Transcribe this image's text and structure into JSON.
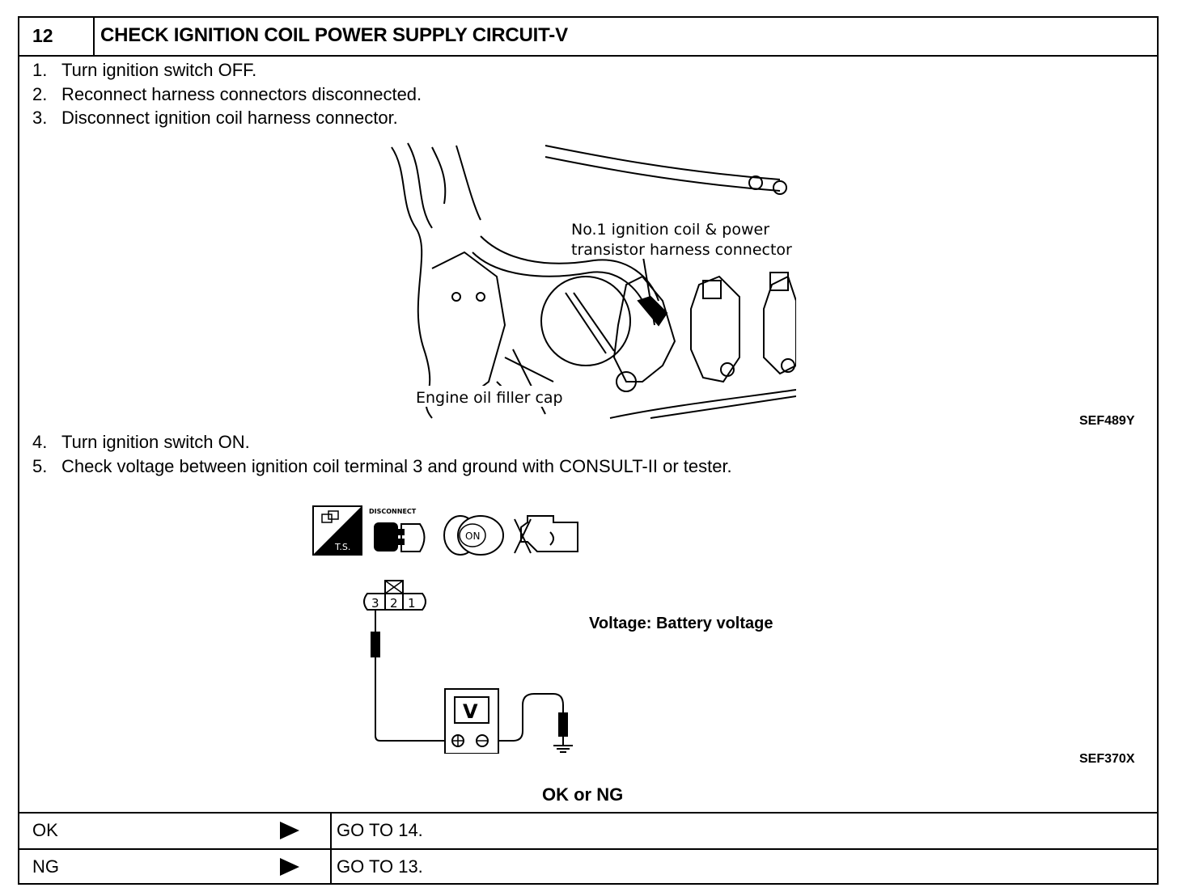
{
  "header": {
    "number": "12",
    "title": "CHECK IGNITION COIL POWER SUPPLY CIRCUIT-V"
  },
  "steps": [
    {
      "n": "1.",
      "text": "Turn ignition switch OFF."
    },
    {
      "n": "2.",
      "text": "Reconnect harness connectors disconnected."
    },
    {
      "n": "3.",
      "text": "Disconnect ignition coil harness connector."
    },
    {
      "n": "4.",
      "text": "Turn ignition switch ON."
    },
    {
      "n": "5.",
      "text": "Check voltage between ignition coil terminal 3 and ground with CONSULT-II or tester."
    }
  ],
  "figure1": {
    "label_connector_line1": "No.1 ignition coil & power",
    "label_connector_line2": "transistor harness connector",
    "label_cap": "Engine oil filler cap",
    "code": "SEF489Y"
  },
  "figure2": {
    "icon_ts": "T.S.",
    "icon_disconnect": "DISCONNECT",
    "icon_on": "ON",
    "terminal_3": "3",
    "terminal_2": "2",
    "terminal_1": "1",
    "meter_label": "V",
    "voltage_spec": "Voltage: Battery voltage",
    "code": "SEF370X"
  },
  "result_heading": "OK or NG",
  "results": [
    {
      "key": "OK",
      "action": "GO TO 14."
    },
    {
      "key": "NG",
      "action": "GO TO 13."
    }
  ]
}
